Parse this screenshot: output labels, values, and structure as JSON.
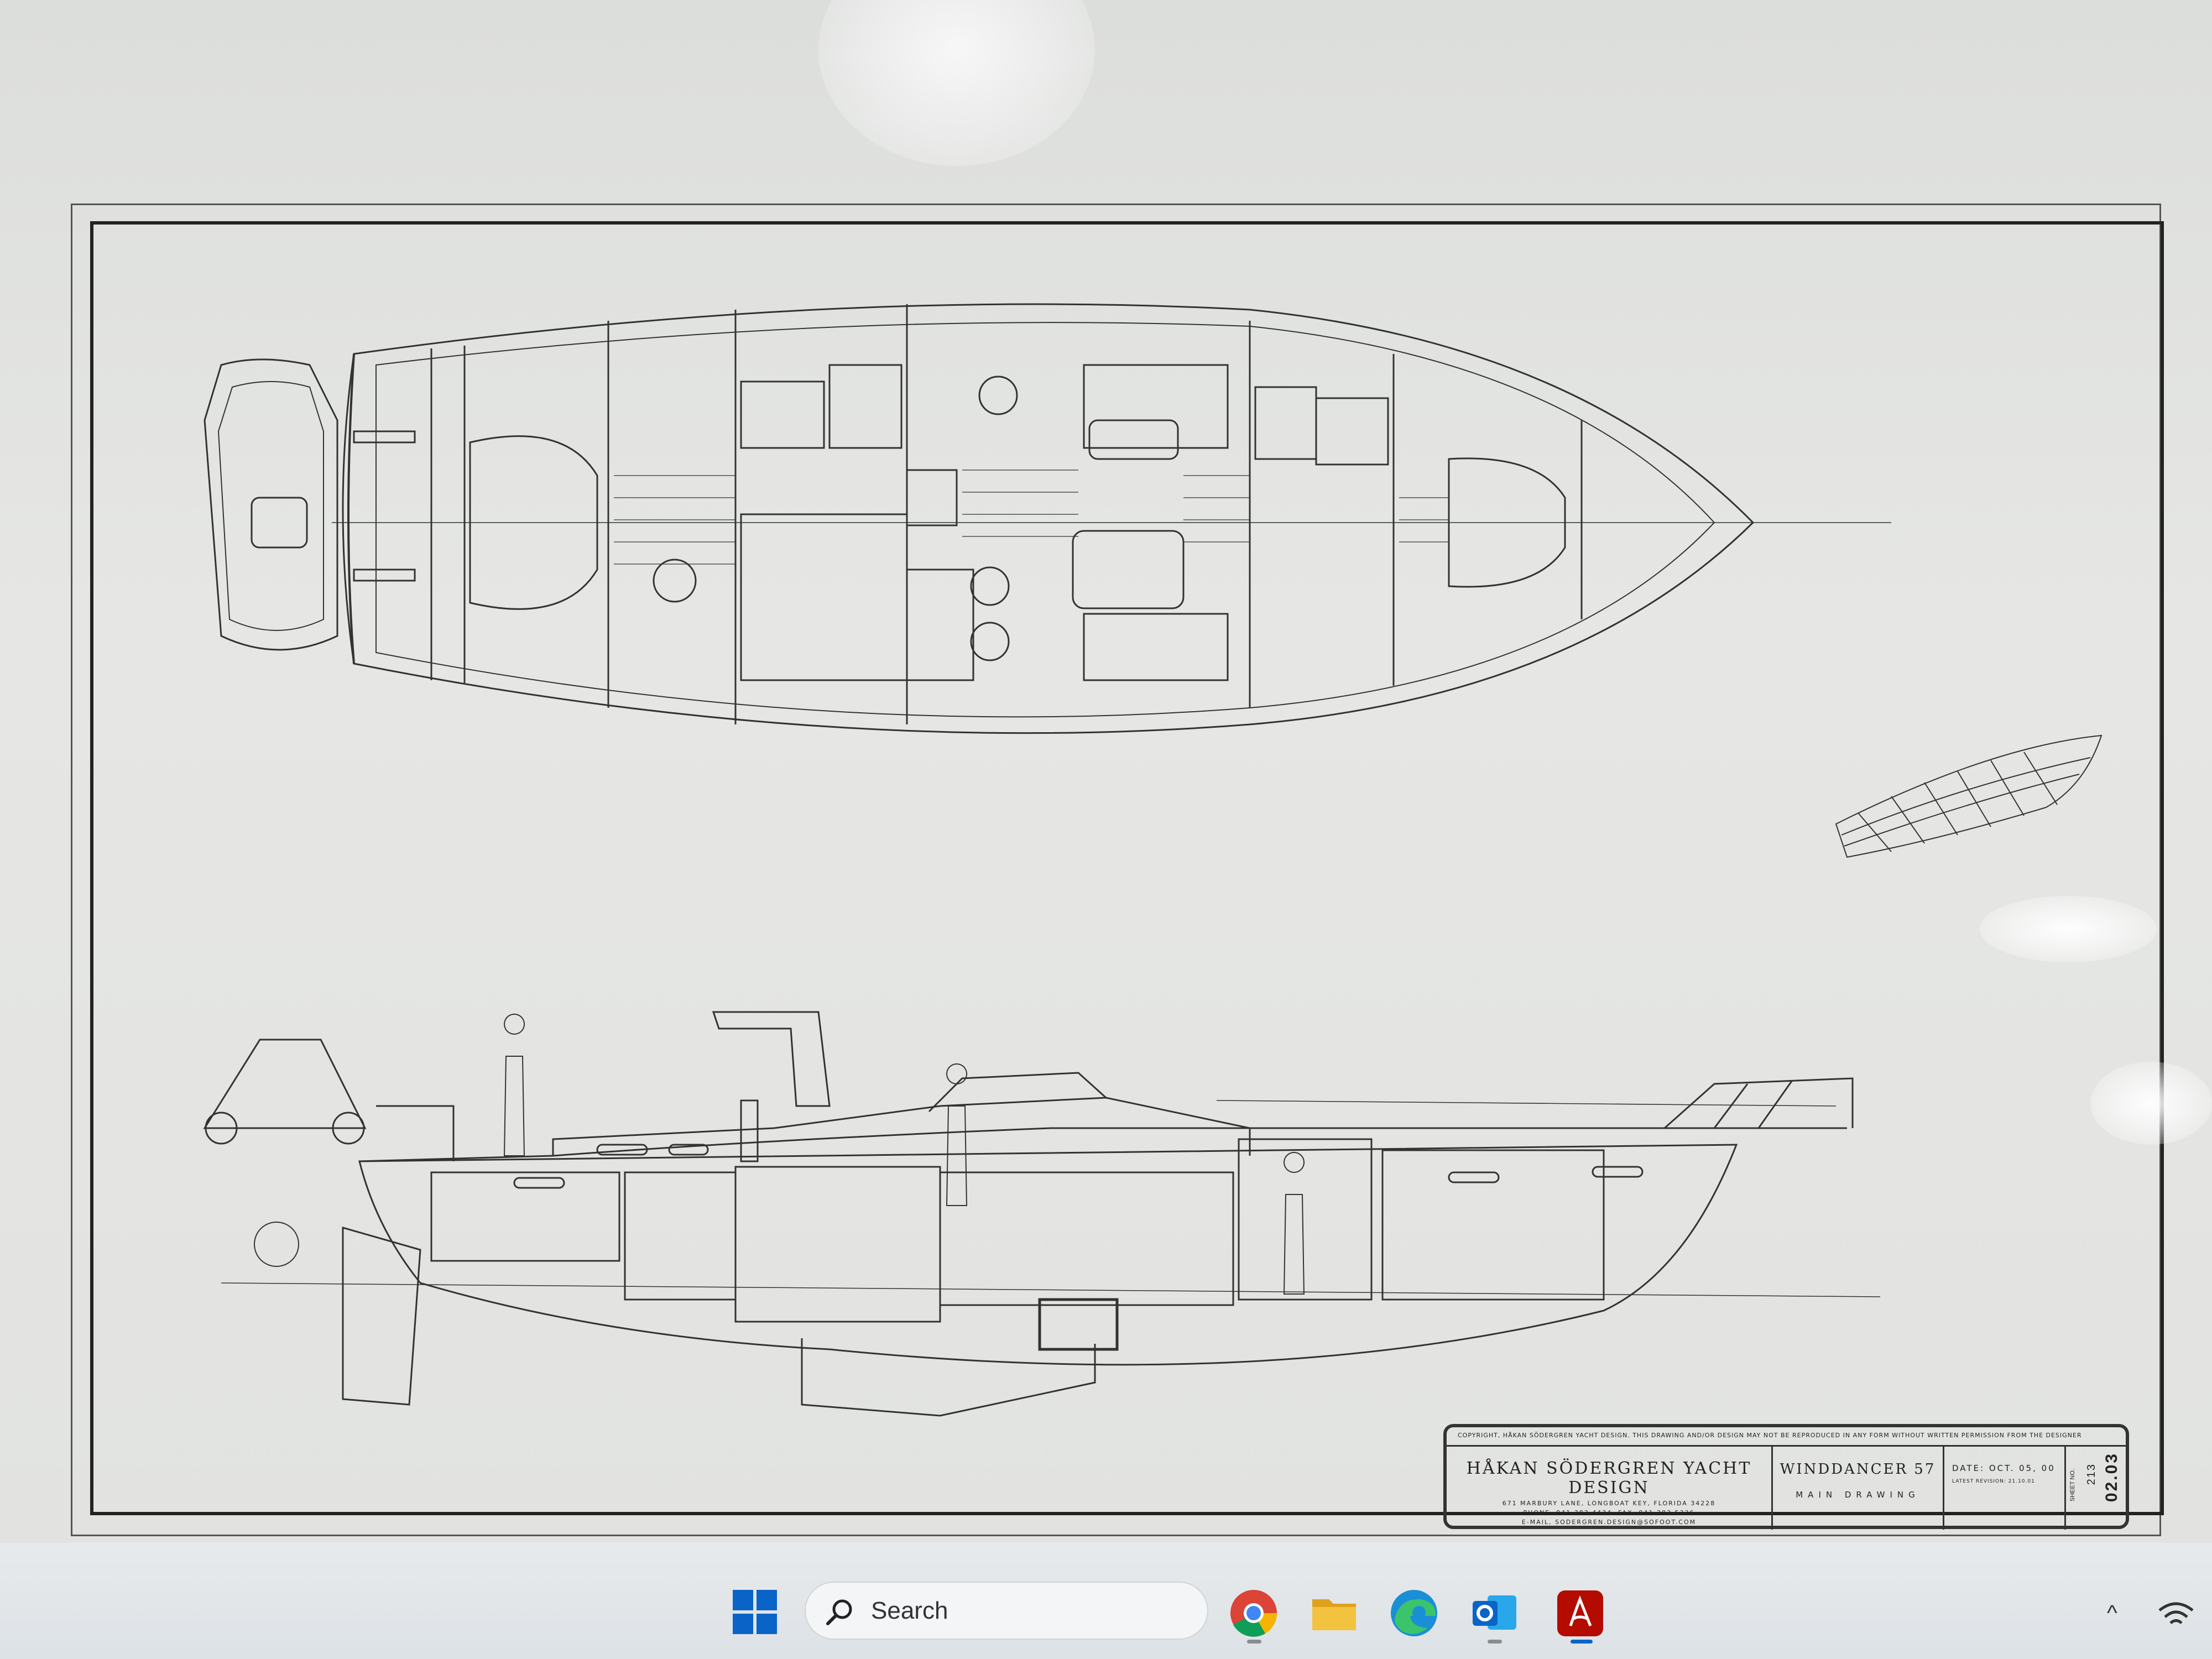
{
  "title_block": {
    "copyright": "COPYRIGHT, HÅKAN SÖDERGREN YACHT DESIGN.  THIS DRAWING AND/OR DESIGN MAY NOT BE REPRODUCED IN ANY FORM WITHOUT WRITTEN PERMISSION FROM THE DESIGNER",
    "firm_name": "HÅKAN SÖDERGREN YACHT DESIGN",
    "address": "671 MARBURY LANE, LONGBOAT KEY, FLORIDA 34228",
    "phone": "PHONE, 941 383 4434,  FAX, 941 383 5336",
    "email": "E-MAIL, SODERGREN.DESIGN@SOFOOT.COM",
    "project": "WINDDANCER 57",
    "drawing_title": "MAIN DRAWING",
    "date": "DATE: OCT. 05, 00",
    "revision": "LATEST REVISION: 21.10.01",
    "sheet": "SHEET NO.",
    "job_number": "213",
    "drawing_number": "02.03"
  },
  "taskbar": {
    "search_label": "Search",
    "apps": [
      "chrome-icon",
      "file-explorer-icon",
      "edge-icon",
      "outlook-icon",
      "acrobat-icon"
    ],
    "colors": {
      "accent": "#0a64c8",
      "acrobat": "#b30b00",
      "folder": "#f3b62d"
    }
  }
}
